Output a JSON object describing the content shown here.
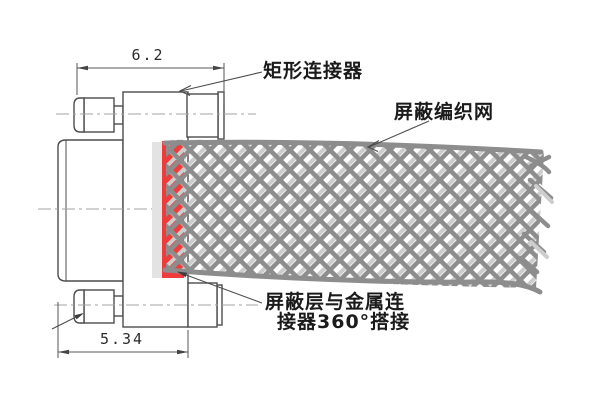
{
  "diagram": {
    "title_hint": "rectangular connector with 360-degree shield braid termination",
    "labels": {
      "connector": "矩形连接器",
      "braid": "屏蔽编织网",
      "lap_line1": "屏蔽层与金属连",
      "lap_line2": "接器360°搭接"
    },
    "dimensions": {
      "top_width": "6.2",
      "bottom_width": "5.34"
    },
    "colors": {
      "highlight_red": "#ee3b3b",
      "highlight_backing": "#e3e3e3",
      "mesh_strand": "#8d8d8d",
      "mesh_shadow": "#cdcdcd",
      "outline": "#4c4c4c"
    }
  }
}
